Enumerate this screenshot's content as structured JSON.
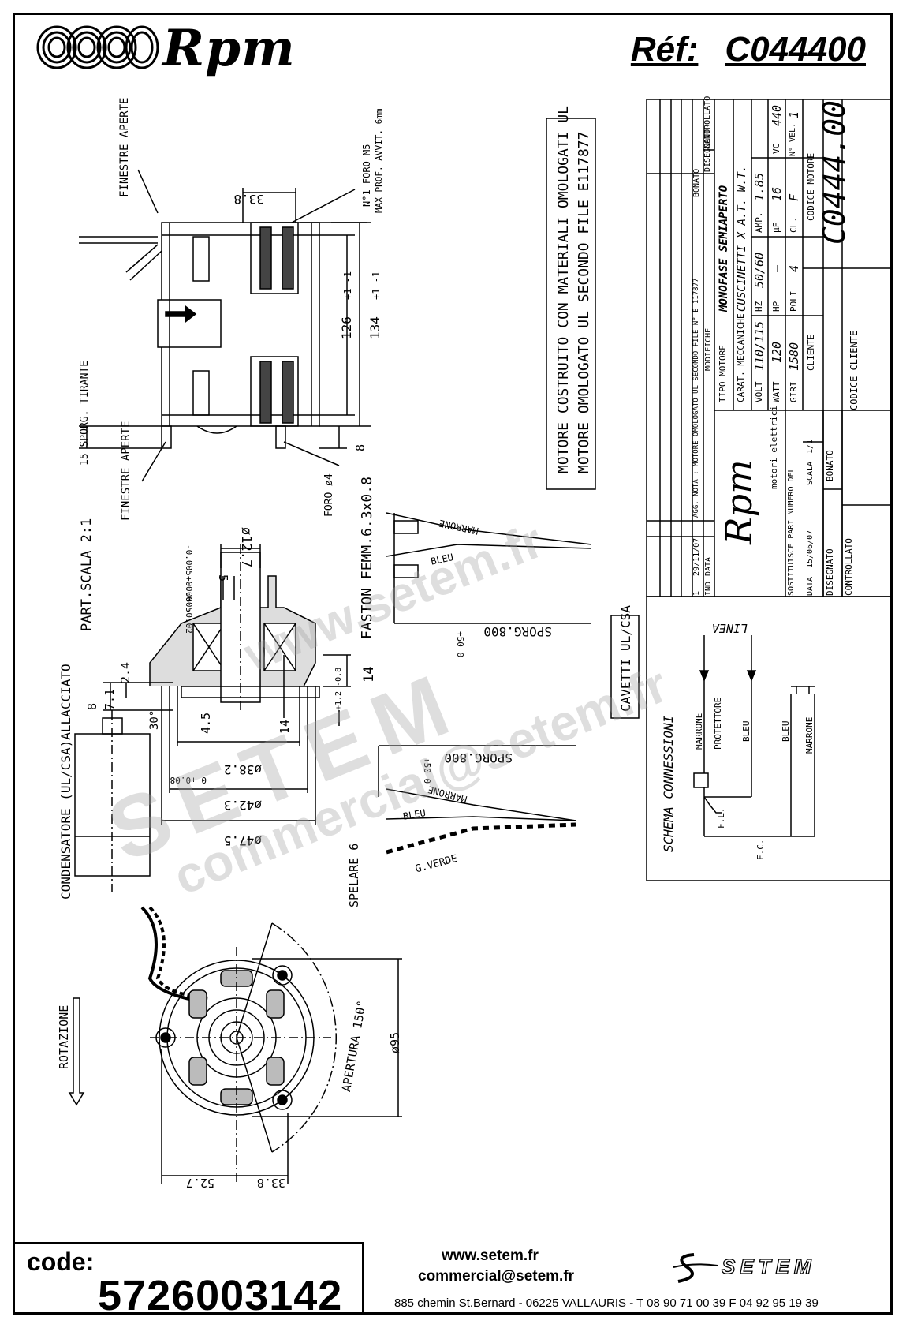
{
  "header": {
    "brand": "Rpm",
    "ref_label": "Réf:",
    "ref_value": "C044400"
  },
  "drawing": {
    "finestre_aperte": "FINESTRE APERTE",
    "foro_m5": "N°1 FORO M5",
    "max_prof": "MAX PROF. AVVIT. 6mm",
    "dim_33_8": "33.8",
    "dim_126": "126",
    "dim_134": "134",
    "tol_126": "+1 -1",
    "tol_134": "+1 -1",
    "sporg_tirante": "15 SPORG. TIRANTE",
    "dim_8": "8",
    "foro_4": "FORO ø4",
    "part_scala": "PART.SCALA 2:1",
    "faston": "FASTON FEMM.6.3x0.8",
    "dim_12_7": "ø12.7",
    "tol_12_7": "-0.005 -0.005",
    "dim_5": "5",
    "tol_5": "+0.06 -0.02",
    "dim_2_4": "2.4",
    "dim_7_1": "7.1",
    "dim_14": "14",
    "tol_14": "+1.2 -0.8",
    "dim_4_5": "4.5",
    "dim_14b": "14",
    "angle_30": "30°",
    "dim_38_2": "ø38.2",
    "tol_38_2": "0 +0.08",
    "dim_42_3": "ø42.3",
    "dim_47_5": "ø47.5",
    "marrone": "MARRONE",
    "bleu": "BLEU",
    "g_verde": "G.VERDE",
    "sporg_800": "SPORG.800",
    "tol_800": "+50 0",
    "spelare": "SPELARE 6",
    "cavetti": "CAVETTI UL/CSA",
    "condensatore": "CONDENSATORE (UL/CSA)ALLACCIATO",
    "rotazione": "ROTAZIONE",
    "apertura": "APERTURA 150°",
    "dim_95": "ø95",
    "dim_52_7": "52.7",
    "dim_33_8b": "33.8",
    "motore_note_1": "MOTORE COSTRUITO CON MATERIALI OMOLOGATI UL",
    "motore_note_2": "MOTORE OMOLOGATO UL SECONDO FILE E117877",
    "schema": "SCHEMA CONNESSIONI",
    "linea": "LINEA",
    "protettore": "PROTETTORE",
    "fl": "F.L.",
    "fc": "F.C."
  },
  "title_block": {
    "revisions": [
      {
        "ind": "1",
        "data": "29/11/07",
        "modifiche": "AGG. NOTA : MOTORE OMOLOGATO UL SECONDO FILE N° E 117877"
      }
    ],
    "ind_label": "IND",
    "data_label": "DATA",
    "modifiche_label": "MODIFICHE",
    "bonato": "BONATO",
    "disegnato": "DISEGNATO",
    "controllato": "CONTROLLATO",
    "tipo_motore_label": "TIPO MOTORE",
    "tipo_motore": "MONOFASE SEMIAPERTO",
    "carat_label": "CARAT. MECCANICHE",
    "carat": "CUSCINETTI X A.T. W.T.",
    "volt_label": "VOLT",
    "volt": "110/115",
    "hz_label": "HZ",
    "hz": "50/60",
    "amp_label": "AMP.",
    "amp": "1.85",
    "watt_label": "WATT",
    "watt": "120",
    "hp_label": "HP",
    "hp": "–",
    "uf_label": "µF",
    "uf": "16",
    "vc_label": "VC",
    "vc": "440",
    "giri_label": "GIRI",
    "giri": "1580",
    "poli_label": "POLI",
    "poli": "4",
    "cl_label": "CL.",
    "cl": "F",
    "nvel_label": "N° VEL.",
    "nvel": "1",
    "codice_motore_label": "CODICE MOTORE",
    "codice_motore": "C0444.00",
    "cliente_label": "CLIENTE",
    "codice_cliente_label": "CODICE CLIENTE",
    "rpm_small": "Rpm",
    "motori_elettrici": "motori elettrici",
    "sostituisce": "SOSTITUISCE PARI NUMERO DEL",
    "sostituisce_val": "–",
    "data_row": "DATA",
    "data_val": "15/06/07",
    "scala_label": "SCALA",
    "scala_val": "1/1",
    "disegnato_label": "DISEGNATO",
    "disegnato_val": "BONATO",
    "controllato_label": "CONTROLLATO"
  },
  "watermark": {
    "line1": "www.setem.fr",
    "line2": "SETEM",
    "line3": "commercial@setem.fr"
  },
  "footer": {
    "code_label": "code:",
    "code_value": "5726003142",
    "website": "www.setem.fr",
    "email": "commercial@setem.fr",
    "address": "885 chemin St.Bernard  -  06225 VALLAURIS  -  T 08 90 71 00 39   F 04 92 95 19 39",
    "logo_text": "SETEM"
  }
}
